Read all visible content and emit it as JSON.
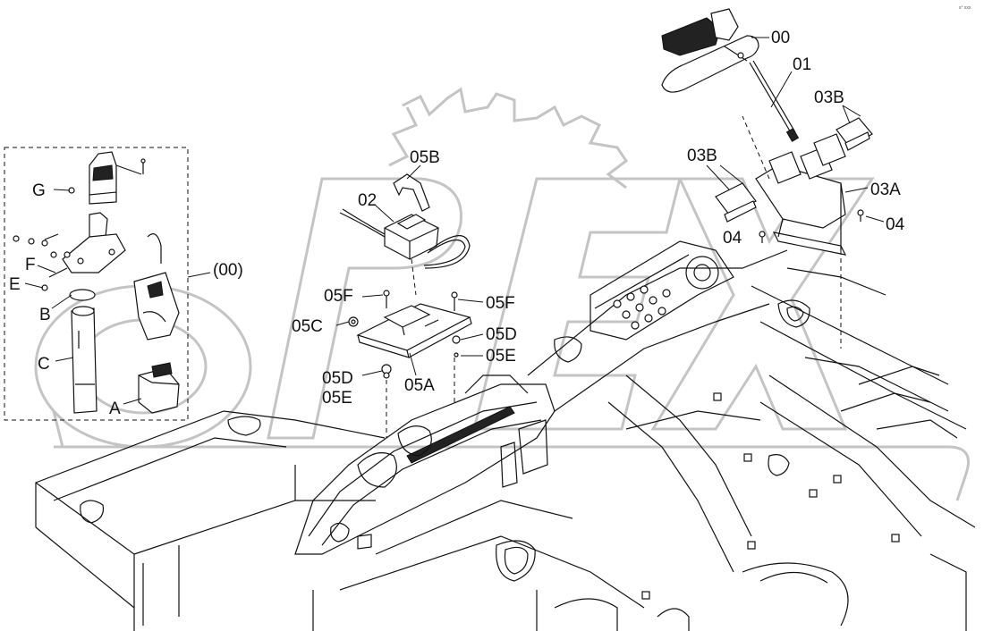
{
  "corner_mark": "s° xxx",
  "watermark_text": "OPEX",
  "callouts": {
    "c00": "00",
    "c01": "01",
    "c03b_right": "03B",
    "c03b_left": "03B",
    "c03a": "03A",
    "c04_left": "04",
    "c04_right": "04",
    "c05b": "05B",
    "c02": "02",
    "c05f_left": "05F",
    "c05f_right": "05F",
    "c05c": "05C",
    "c05d_right": "05D",
    "c05e_right": "05E",
    "c05d_left": "05D",
    "c05e_left": "05E",
    "c05a": "05A",
    "cG": "G",
    "cF": "F",
    "cE": "E",
    "cB": "B",
    "cC": "C",
    "cA": "A",
    "c00_paren": "(00)"
  }
}
